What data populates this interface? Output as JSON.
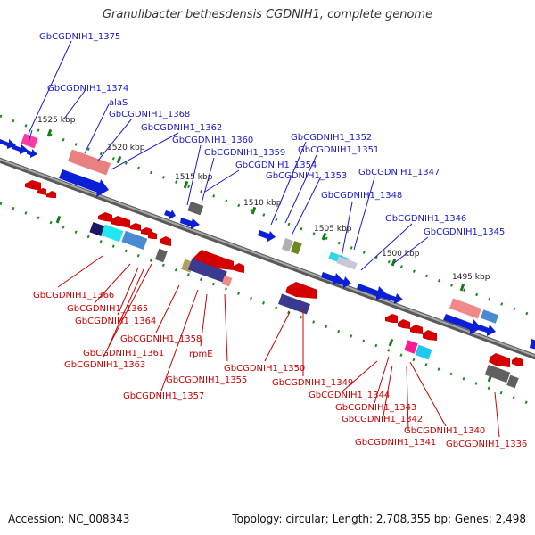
{
  "title": "Granulibacter bethesdensis CGDNIH1, complete genome",
  "footer": {
    "accession": "Accession: NC_008343",
    "stats": "Topology: circular; Length: 2,708,355 bp; Genes: 2,498"
  },
  "scale": [
    "1525 kbp",
    "1520 kbp",
    "1515 kbp",
    "1510 kbp",
    "1505 kbp",
    "1500 kbp",
    "1495 kbp"
  ],
  "genes_top": [
    "GbCGDNIH1_1375",
    "GbCGDNIH1_1374",
    "alaS",
    "GbCGDNIH1_1368",
    "GbCGDNIH1_1362",
    "GbCGDNIH1_1360",
    "GbCGDNIH1_1359",
    "GbCGDNIH1_1354",
    "GbCGDNIH1_1352",
    "GbCGDNIH1_1351",
    "GbCGDNIH1_1353",
    "GbCGDNIH1_1347",
    "GbCGDNIH1_1348",
    "GbCGDNIH1_1346",
    "GbCGDNIH1_1345"
  ],
  "genes_bottom": [
    "GbCGDNIH1_1366",
    "GbCGDNIH1_1365",
    "GbCGDNIH1_1364",
    "GbCGDNIH1_1358",
    "GbCGDNIH1_1361",
    "GbCGDNIH1_1363",
    "rpmE",
    "GbCGDNIH1_1357",
    "GbCGDNIH1_1355",
    "GbCGDNIH1_1350",
    "GbCGDNIH1_1349",
    "GbCGDNIH1_1344",
    "GbCGDNIH1_1343",
    "GbCGDNIH1_1342",
    "GbCGDNIH1_1341",
    "GbCGDNIH1_1340",
    "GbCGDNIH1_1336"
  ],
  "colors": {
    "forward_label": "#0b1fd6",
    "reverse_label": "#d40000",
    "backbone": "#808080",
    "tick": "#1a7a1a"
  }
}
